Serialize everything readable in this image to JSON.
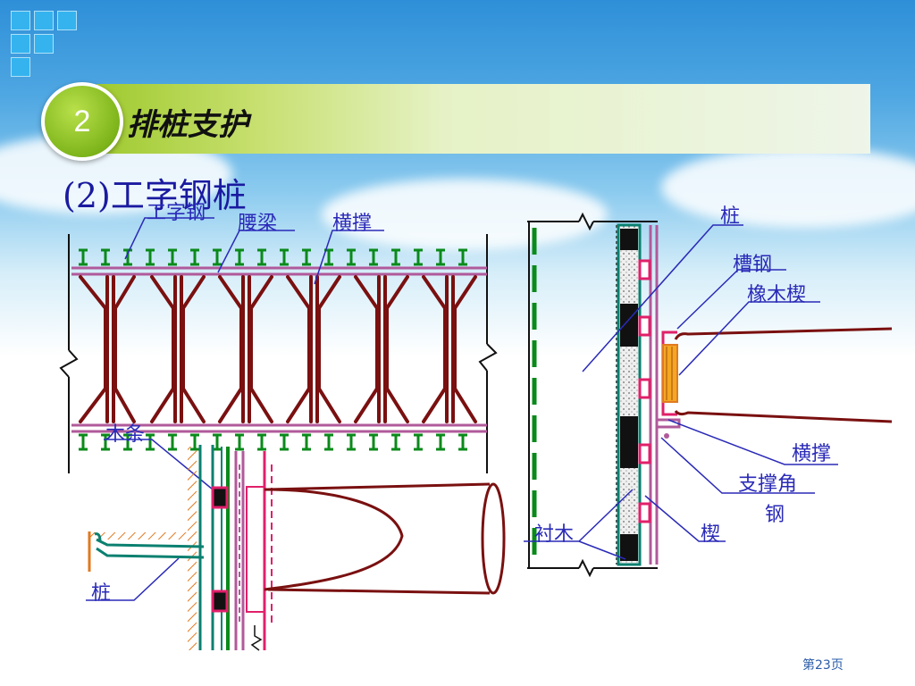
{
  "header": {
    "section_number": "2",
    "section_title": "排桩支护",
    "subtitle": "(2)工字钢桩"
  },
  "plan_view_labels": {
    "steel_pile": "工字钢",
    "wale": "腰梁",
    "strut": "横撑",
    "timber": "木条",
    "pile": "桩"
  },
  "section_view_labels": {
    "pile": "桩",
    "channel_steel": "槽钢",
    "oak_wedge": "橡木楔",
    "strut": "横撑",
    "brace_angle_line1": "支撑角",
    "brace_angle_line2": "钢",
    "wedge": "楔",
    "lining": "衬木"
  },
  "footer": {
    "page": "第23页"
  },
  "colors": {
    "label_blue": "#2a2ab8",
    "steel_dark_red": "#7a1010",
    "wale_purple": "#b05a9a",
    "pile_green": "#0a8a1a",
    "teal": "#0a8070",
    "magenta": "#e0206a",
    "hatch_orange": "#e07a20"
  }
}
